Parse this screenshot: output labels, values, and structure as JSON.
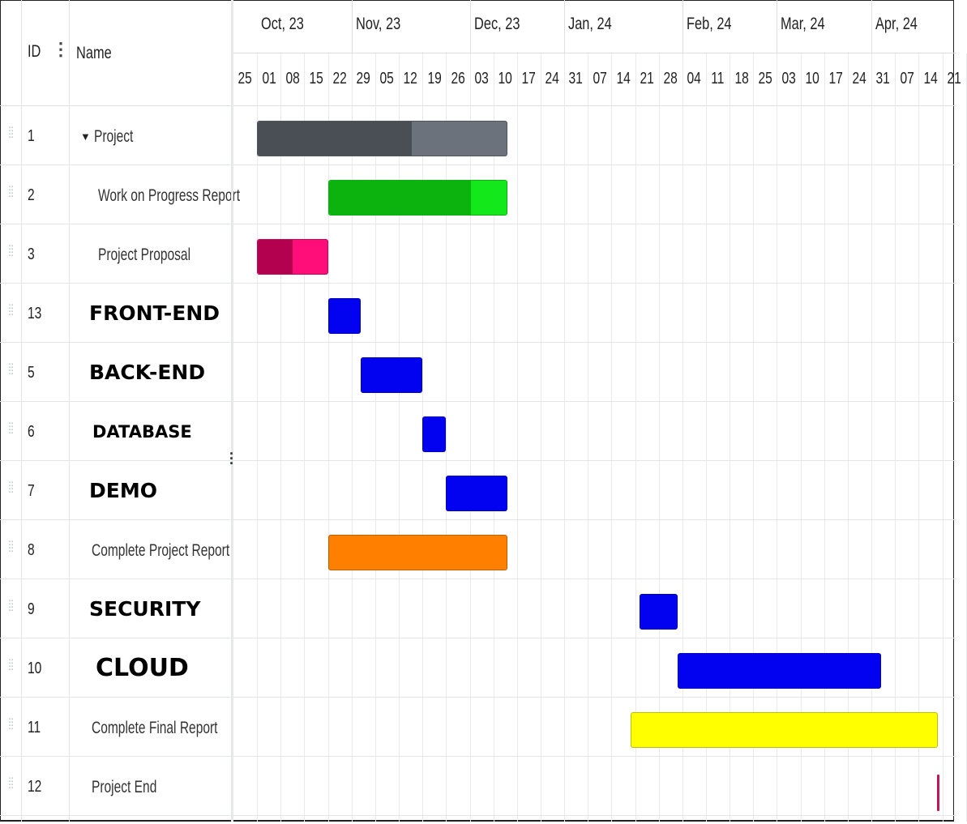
{
  "header": {
    "id_label": "ID",
    "name_label": "Name"
  },
  "chart_data": {
    "type": "gantt",
    "months": [
      "Oct, 23",
      "Nov, 23",
      "Dec, 23",
      "Jan, 24",
      "Feb, 24",
      "Mar, 24",
      "Apr, 24"
    ],
    "weeks": [
      "25",
      "01",
      "08",
      "15",
      "22",
      "29",
      "05",
      "12",
      "19",
      "26",
      "03",
      "10",
      "17",
      "24",
      "31",
      "07",
      "14",
      "21",
      "28",
      "04",
      "11",
      "18",
      "25",
      "03",
      "10",
      "17",
      "24",
      "31",
      "07",
      "14",
      "21"
    ],
    "tasks": [
      {
        "id": "1",
        "name": "Project",
        "style": "parent",
        "start": 1,
        "end": 11.6,
        "progress": 0.62,
        "color": "#6c727b",
        "progress_color": "#4a4f56"
      },
      {
        "id": "2",
        "name": "Work on Progress Report",
        "style": "sub",
        "start": 4,
        "end": 11.6,
        "progress": 0.8,
        "color": "#12e81a",
        "progress_color": "#0cb30e"
      },
      {
        "id": "3",
        "name": "Project Proposal",
        "style": "sub",
        "start": 1,
        "end": 4,
        "progress": 0.5,
        "color": "#ff0d78",
        "progress_color": "#b3004f"
      },
      {
        "id": "13",
        "name": "FRONT-END",
        "style": "caps",
        "start": 4,
        "end": 5.4,
        "progress": 0,
        "color": "#0202f0"
      },
      {
        "id": "5",
        "name": "BACK-END",
        "style": "caps",
        "start": 5.4,
        "end": 8,
        "progress": 0,
        "color": "#0202f0"
      },
      {
        "id": "6",
        "name": "DATABASE",
        "style": "caps-s",
        "start": 8,
        "end": 9,
        "progress": 0,
        "color": "#0202f0"
      },
      {
        "id": "7",
        "name": "DEMO",
        "style": "caps",
        "start": 9,
        "end": 11.6,
        "progress": 0,
        "color": "#0202f0"
      },
      {
        "id": "8",
        "name": "Complete Project Report",
        "style": "thin",
        "start": 4,
        "end": 11.6,
        "progress": 0,
        "color": "#ff8000"
      },
      {
        "id": "9",
        "name": "SECURITY",
        "style": "caps",
        "start": 17.2,
        "end": 18.8,
        "progress": 0,
        "color": "#0202f0"
      },
      {
        "id": "10",
        "name": "CLOUD",
        "style": "caps-l",
        "start": 18.8,
        "end": 27.4,
        "progress": 0,
        "color": "#0202f0"
      },
      {
        "id": "11",
        "name": "Complete Final Report",
        "style": "thin",
        "start": 16.8,
        "end": 29.8,
        "progress": 0,
        "color": "#ffff00"
      },
      {
        "id": "12",
        "name": "Project End",
        "style": "thin",
        "start": 29.8,
        "end": 29.8,
        "progress": 0,
        "color": "#c2185b",
        "milestone": true
      }
    ]
  }
}
